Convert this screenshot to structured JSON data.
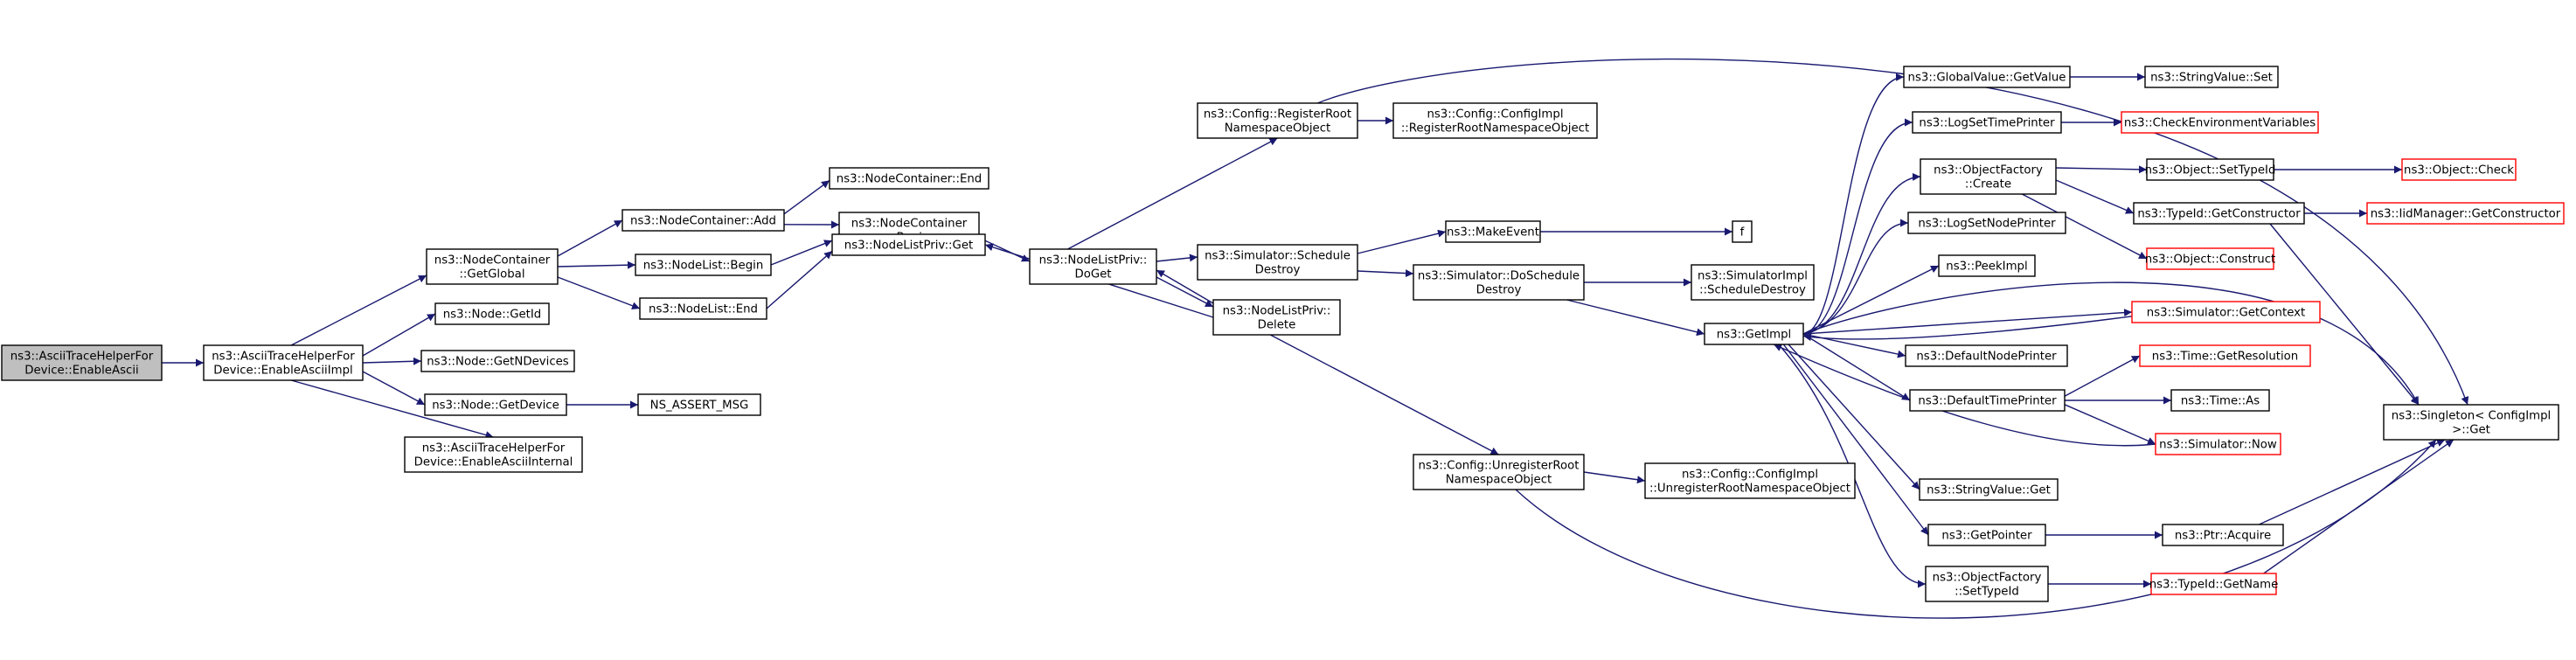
{
  "graph": {
    "edge_color": "#191970",
    "root_fill": "#bfbfbf",
    "node_border": "#000000",
    "incomplete_border": "#ff0000",
    "nodes": [
      {
        "id": "root",
        "lines": [
          "ns3::AsciiTraceHelperFor",
          "Device::EnableAscii"
        ],
        "style": "root"
      },
      {
        "id": "impl",
        "lines": [
          "ns3::AsciiTraceHelperFor",
          "Device::EnableAsciiImpl"
        ]
      },
      {
        "id": "ncGetGlobal",
        "lines": [
          "ns3::NodeContainer",
          "::GetGlobal"
        ]
      },
      {
        "id": "nodeGetId",
        "lines": [
          "ns3::Node::GetId"
        ]
      },
      {
        "id": "nodeGetNDev",
        "lines": [
          "ns3::Node::GetNDevices"
        ]
      },
      {
        "id": "nodeGetDev",
        "lines": [
          "ns3::Node::GetDevice"
        ]
      },
      {
        "id": "enableInternal",
        "lines": [
          "ns3::AsciiTraceHelperFor",
          "Device::EnableAsciiInternal"
        ]
      },
      {
        "id": "nsAssert",
        "lines": [
          "NS_ASSERT_MSG"
        ]
      },
      {
        "id": "ncAdd",
        "lines": [
          "ns3::NodeContainer::Add"
        ]
      },
      {
        "id": "nlBegin",
        "lines": [
          "ns3::NodeList::Begin"
        ]
      },
      {
        "id": "nlEnd",
        "lines": [
          "ns3::NodeList::End"
        ]
      },
      {
        "id": "ncEnd",
        "lines": [
          "ns3::NodeContainer::End"
        ]
      },
      {
        "id": "ncBegin",
        "lines": [
          "ns3::NodeContainer",
          "::Begin"
        ]
      },
      {
        "id": "nlpGet",
        "lines": [
          "ns3::NodeListPriv::Get"
        ]
      },
      {
        "id": "nlpDoGet",
        "lines": [
          "ns3::NodeListPriv::",
          "DoGet"
        ]
      },
      {
        "id": "cfgRegRoot",
        "lines": [
          "ns3::Config::RegisterRoot",
          "NamespaceObject"
        ]
      },
      {
        "id": "cfgImplReg",
        "lines": [
          "ns3::Config::ConfigImpl",
          "::RegisterRootNamespaceObject"
        ]
      },
      {
        "id": "simSchedDestroy",
        "lines": [
          "ns3::Simulator::Schedule",
          "Destroy"
        ]
      },
      {
        "id": "nlpDelete",
        "lines": [
          "ns3::NodeListPriv::",
          "Delete"
        ]
      },
      {
        "id": "makeEvent",
        "lines": [
          "ns3::MakeEvent"
        ]
      },
      {
        "id": "fNode",
        "lines": [
          "f"
        ]
      },
      {
        "id": "simDoSched",
        "lines": [
          "ns3::Simulator::DoSchedule",
          "Destroy"
        ]
      },
      {
        "id": "simImplSched",
        "lines": [
          "ns3::SimulatorImpl",
          "::ScheduleDestroy"
        ]
      },
      {
        "id": "getImpl",
        "lines": [
          "ns3::GetImpl"
        ]
      },
      {
        "id": "cfgUnreg",
        "lines": [
          "ns3::Config::UnregisterRoot",
          "NamespaceObject"
        ]
      },
      {
        "id": "cfgImplUnreg",
        "lines": [
          "ns3::Config::ConfigImpl",
          "::UnregisterRootNamespaceObject"
        ]
      },
      {
        "id": "gvGetValue",
        "lines": [
          "ns3::GlobalValue::GetValue"
        ]
      },
      {
        "id": "svSet",
        "lines": [
          "ns3::StringValue::Set"
        ]
      },
      {
        "id": "logSetTime",
        "lines": [
          "ns3::LogSetTimePrinter"
        ]
      },
      {
        "id": "checkEnv",
        "lines": [
          "ns3::CheckEnvironmentVariables"
        ],
        "style": "red"
      },
      {
        "id": "objFactCreate",
        "lines": [
          "ns3::ObjectFactory",
          "::Create"
        ]
      },
      {
        "id": "objSetTypeId",
        "lines": [
          "ns3::Object::SetTypeId"
        ]
      },
      {
        "id": "objCheck",
        "lines": [
          "ns3::Object::Check"
        ],
        "style": "red"
      },
      {
        "id": "tidGetCtor",
        "lines": [
          "ns3::TypeId::GetConstructor"
        ]
      },
      {
        "id": "iidGetCtor",
        "lines": [
          "ns3::IidManager::GetConstructor"
        ],
        "style": "red"
      },
      {
        "id": "objConstruct",
        "lines": [
          "ns3::Object::Construct"
        ],
        "style": "red"
      },
      {
        "id": "logSetNode",
        "lines": [
          "ns3::LogSetNodePrinter"
        ]
      },
      {
        "id": "peekImpl",
        "lines": [
          "ns3::PeekImpl"
        ]
      },
      {
        "id": "simGetContext",
        "lines": [
          "ns3::Simulator::GetContext"
        ],
        "style": "red"
      },
      {
        "id": "defNodePrinter",
        "lines": [
          "ns3::DefaultNodePrinter"
        ]
      },
      {
        "id": "timeGetRes",
        "lines": [
          "ns3::Time::GetResolution"
        ],
        "style": "red"
      },
      {
        "id": "defTimePrinter",
        "lines": [
          "ns3::DefaultTimePrinter"
        ]
      },
      {
        "id": "timeAs",
        "lines": [
          "ns3::Time::As"
        ]
      },
      {
        "id": "simNow",
        "lines": [
          "ns3::Simulator::Now"
        ],
        "style": "red"
      },
      {
        "id": "svGet",
        "lines": [
          "ns3::StringValue::Get"
        ]
      },
      {
        "id": "getPointer",
        "lines": [
          "ns3::GetPointer"
        ]
      },
      {
        "id": "ptrAcquire",
        "lines": [
          "ns3::Ptr::Acquire"
        ]
      },
      {
        "id": "ofSetTypeId",
        "lines": [
          "ns3::ObjectFactory",
          "::SetTypeId"
        ]
      },
      {
        "id": "tidGetName",
        "lines": [
          "ns3::TypeId::GetName"
        ],
        "style": "red"
      },
      {
        "id": "singletonGet",
        "lines": [
          "ns3::Singleton< ConfigImpl",
          " >::Get"
        ]
      }
    ]
  }
}
